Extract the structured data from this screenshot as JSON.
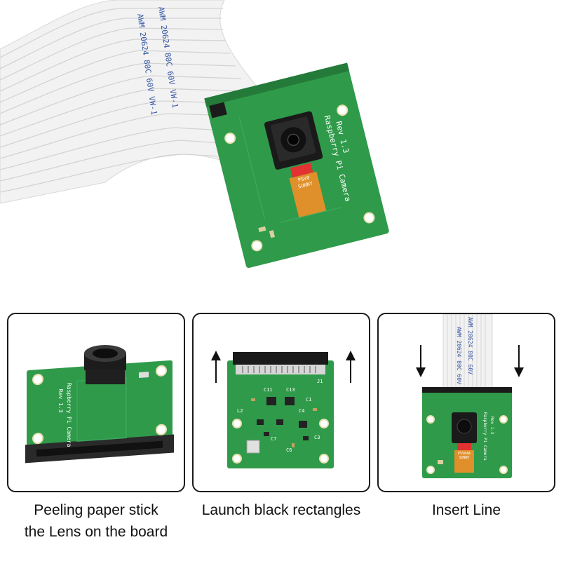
{
  "hero": {
    "cable_print_lines": [
      "AWM 20624 80C 60V VW-1",
      "AWM 20624 80C 60V VW-1"
    ],
    "board_silk_lines": [
      "Raspberry Pi Camera",
      "Rev 1.3"
    ],
    "sensor_label_lines": [
      "P5V0",
      "SUNNY"
    ]
  },
  "panels": [
    {
      "board_silk_lines": [
        "Raspberry Pi Camera",
        "Rev 1.3"
      ],
      "caption_lines": [
        "Peeling paper stick",
        "the Lens on the board"
      ]
    },
    {
      "component_labels": [
        "J1",
        "C13",
        "C11",
        "C1",
        "L2",
        "C4",
        "C7",
        "C6",
        "C3"
      ],
      "caption_lines": [
        "Launch black rectangles"
      ]
    },
    {
      "cable_print_lines": [
        "AWM 20624 80C 60V",
        "AWM 20624 80C 60V"
      ],
      "board_silk_lines": [
        "Raspberry Pi Camera",
        "Rev 1.3"
      ],
      "sensor_label_lines": [
        "P5V04A",
        "SUNNY"
      ],
      "caption_lines": [
        "Insert Line"
      ]
    }
  ],
  "colors": {
    "pcb_green": "#2f9a4a",
    "pcb_green_dark": "#237a39",
    "cable_white": "#f2f2f2",
    "connector_orange": "#e0902a",
    "sensor_red": "#e23232",
    "border": "#1a1a1a"
  },
  "icons": [
    "arrow-up-icon",
    "arrow-down-icon"
  ]
}
